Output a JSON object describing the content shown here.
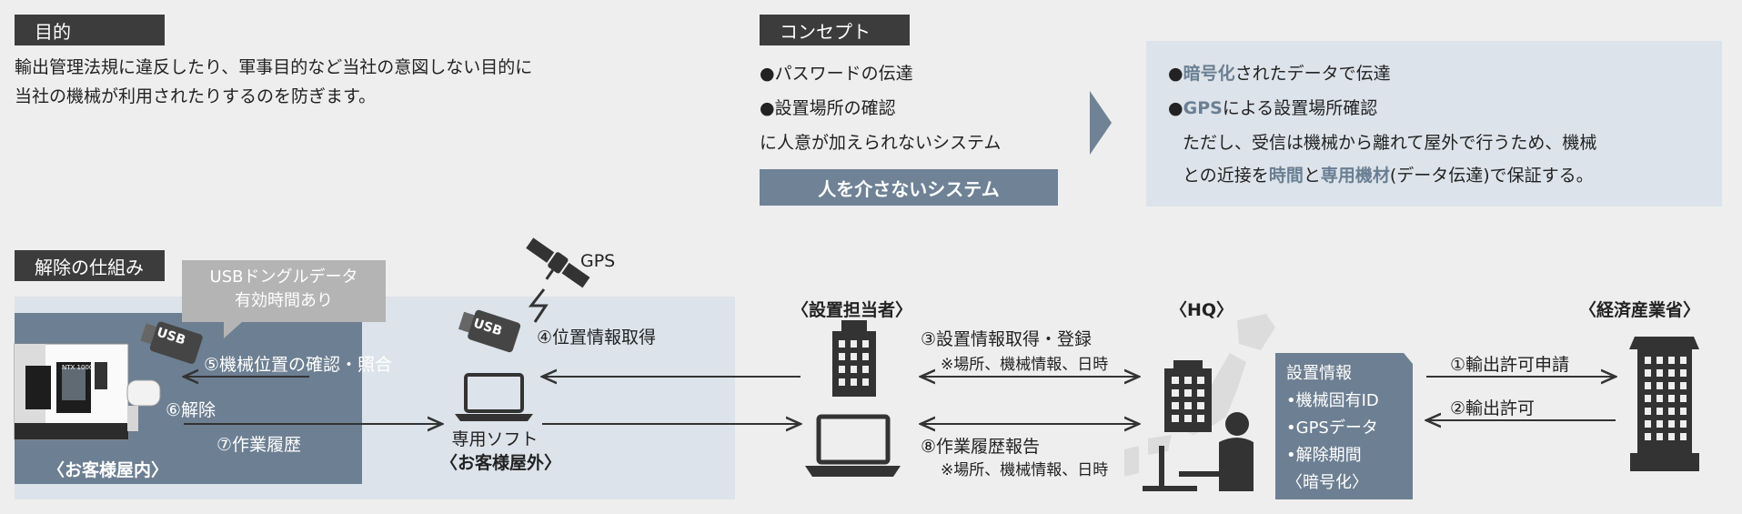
{
  "purpose": {
    "tag": "目的",
    "line1": "輸出管理法規に違反したり、軍事目的など当社の意図しない目的に",
    "line2": "当社の機械が利用されたりするのを防ぎます。"
  },
  "concept": {
    "tag": "コンセプト",
    "bullet1": "●パスワードの伝達",
    "bullet2": "●設置場所の確認",
    "line3": "に人意が加えられないシステム",
    "bar_label": "人を介さないシステム",
    "right": {
      "b1_accent": "暗号化",
      "b1_rest": "されたデータで伝達",
      "b2_accent": "GPS",
      "b2_rest": "による設置場所確認",
      "line3": "ただし、受信は機械から離れて屋外で行うため、機械",
      "line4_pre": "との近接を",
      "line4_a1": "時間",
      "line4_mid": "と",
      "line4_a2": "専用機材",
      "line4_post": "(データ伝達)で保証する。"
    }
  },
  "release": {
    "tag": "解除の仕組み",
    "bubble_line1": "USBドングルデータ",
    "bubble_line2": "有効時間あり",
    "usb_label": "USB",
    "machine_label": "NTX 1000",
    "gps_label": "GPS",
    "step4": "④位置情報取得",
    "step5": "⑤機械位置の確認・照合",
    "step6": "⑥解除",
    "step7": "⑦作業履歴",
    "customer_inside": "〈お客様屋内〉",
    "software_line1": "専用ソフト",
    "software_line2": "〈お客様屋外〉",
    "installer": "〈設置担当者〉",
    "step3": "③設置情報取得・登録",
    "step3_note": "※場所、機械情報、日時",
    "step8": "⑧作業履歴報告",
    "step8_note": "※場所、機械情報、日時",
    "hq": "〈HQ〉",
    "info_box": [
      "設置情報",
      "•機械固有ID",
      "•GPSデータ",
      "•解除期間",
      "〈暗号化〉"
    ],
    "ministry": "〈経済産業省〉",
    "step1": "①輸出許可申請",
    "step2": "②輸出許可"
  }
}
